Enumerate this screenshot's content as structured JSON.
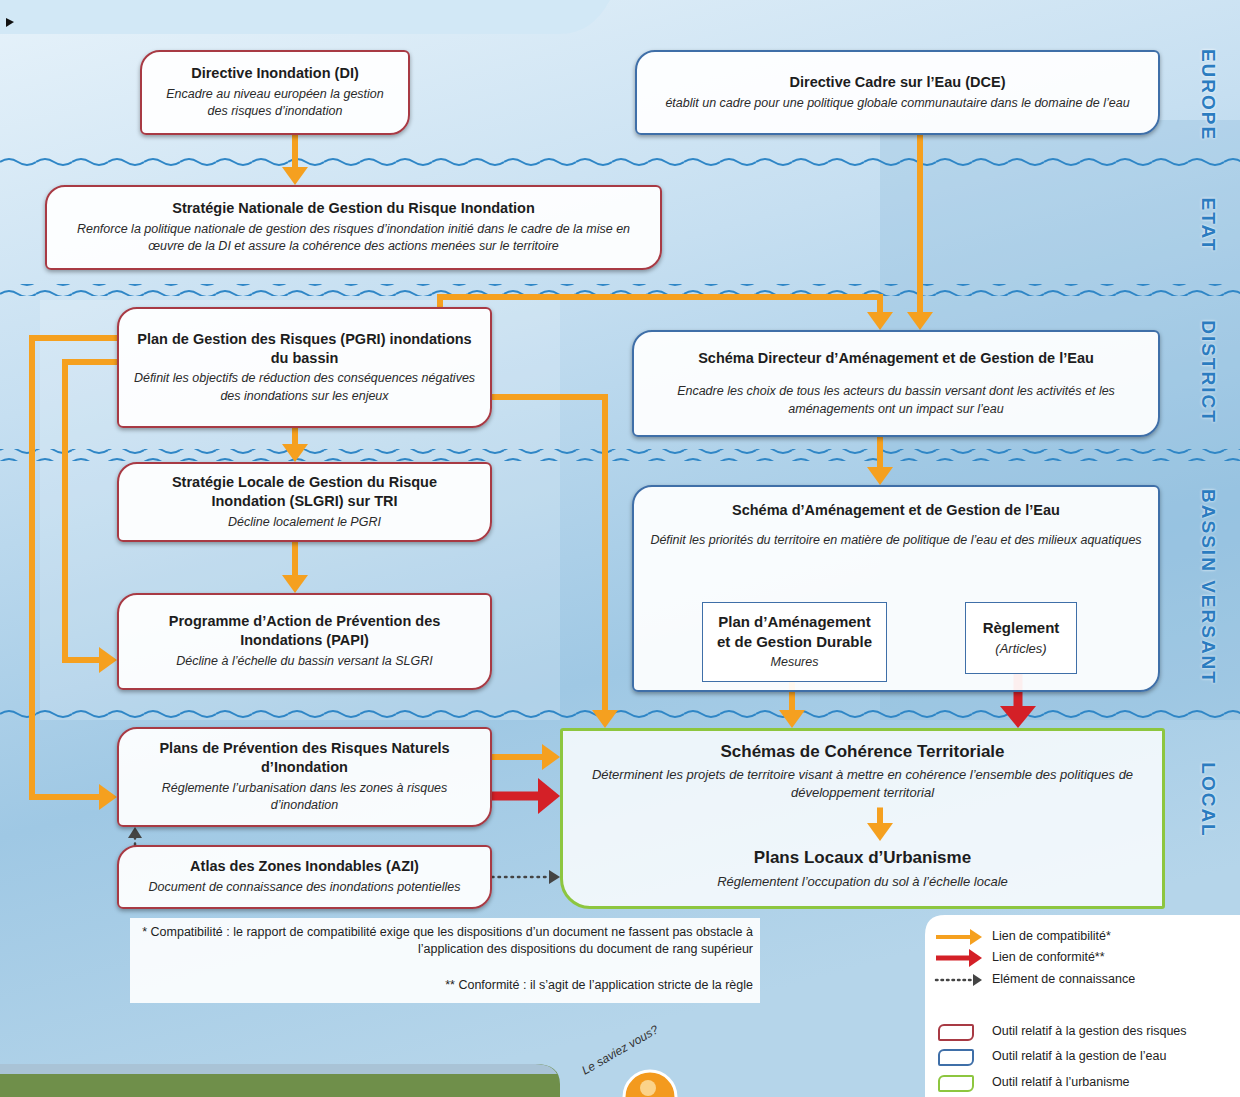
{
  "diagram": {
    "nodes": [
      {
        "text": [
          "Directive Inondation (DI)",
          "Encadre au niveau européen la gestion des risques d’inondation"
        ]
      },
      {
        "text": [
          "Directive Cadre sur l’Eau (DCE)",
          "établit un cadre pour une politique globale communautaire dans le domaine de l’eau"
        ]
      },
      {
        "text": [
          "Stratégie Nationale de Gestion du Risque Inondation",
          "Renforce la politique nationale de gestion des risques d’inondation initié dans le cadre de la mise en œuvre de la DI et assure la cohérence des actions menées sur le territoire"
        ]
      },
      {
        "text": [
          "Plan de Gestion des Risques (PGRI) inondations du bassin",
          "Définit les objectifs de réduction des conséquences négatives des inondations sur les enjeux"
        ]
      },
      {
        "text": [
          "Schéma Directeur d’Aménagement et de Gestion de l’Eau",
          "Encadre les choix de tous les acteurs du bassin versant dont les activités et les aménagements ont un impact sur l’eau"
        ]
      },
      {
        "text": [
          "Stratégie Locale de Gestion du Risque Inondation (SLGRI) sur TRI",
          "Décline localement le PGRI"
        ]
      },
      {
        "text": [
          "Schéma d’Aménagement et de Gestion de l’Eau",
          "Définit les priorités du territoire en matière de politique de l’eau et des milieux aquatiques"
        ]
      },
      {
        "text": [
          "Plan d’Aménagement et de Gestion Durable",
          "Mesures"
        ],
        "in": 6
      },
      {
        "text": [
          "Règlement",
          "(Articles)"
        ],
        "in": 6
      },
      {
        "text": [
          "Programme d’Action de Prévention des Inondations (PAPI)",
          "Décline à l’échelle du bassin versant la SLGRI"
        ]
      },
      {
        "text": [
          "Plans de Prévention des Risques Naturels d’Inondation",
          "Réglemente l’urbanisation dans les zones à risques d’inondation"
        ]
      },
      {
        "text": [
          "Schémas de Cohérence Territoriale",
          "Déterminent les projets de territoire visant à mettre en cohérence l’ensemble des politiques de développement territorial"
        ]
      },
      {
        "text": [
          "Plans Locaux d’Urbanisme",
          "Réglementent l’occupation du sol à l’échelle locale"
        ],
        "in": 11
      },
      {
        "text": [
          "Atlas des Zones Inondables (AZI)",
          "Document de connaissance des inondations potentielles"
        ]
      }
    ],
    "edges": [
      {
        "from": 0,
        "to": 2,
        "arrow": "to"
      },
      {
        "from": 1,
        "to": 4,
        "arrow": "to"
      },
      {
        "from": 3,
        "to": 4,
        "arrow": "to"
      },
      {
        "from": 3,
        "to": 5,
        "arrow": "to"
      },
      {
        "from": 3,
        "to": 9,
        "arrow": "to"
      },
      {
        "from": 3,
        "to": 10,
        "arrow": "to"
      },
      {
        "from": 3,
        "to": 11,
        "arrow": "to"
      },
      {
        "from": 4,
        "to": 6,
        "arrow": "to"
      },
      {
        "from": 5,
        "to": 9,
        "arrow": "to"
      },
      {
        "from": 7,
        "to": 11,
        "arrow": "to"
      },
      {
        "from": 8,
        "to": 11,
        "arrow": "to"
      },
      {
        "from": 10,
        "to": 11,
        "arrow": "to"
      },
      {
        "from": 10,
        "to": 11,
        "arrow": "to"
      },
      {
        "from": 11,
        "to": 12,
        "arrow": "to"
      },
      {
        "from": 13,
        "to": 10,
        "arrow": "to"
      },
      {
        "from": 13,
        "to": 11,
        "arrow": "to"
      }
    ],
    "labels": [
      "EUROPE",
      "ETAT",
      "DISTRICT",
      "BASSIN VERSANT",
      "LOCAL",
      "* Compatibilité : le rapport de compatibilité exige que les dispositions d’un document ne fassent pas obstacle à l’application des dispositions du document de rang supérieur",
      "** Conformité : il s’agit de l’application stricte de la règle",
      "Le saviez vous?"
    ],
    "legend": [
      {
        "text": "Lien de compatibilité*"
      },
      {
        "text": "Lien de conformité**"
      },
      {
        "text": "Elément de connaissance"
      },
      {
        "text": "Outil relatif à la gestion des risques",
        "color": "#a83a44"
      },
      {
        "text": "Outil relatif à la gestion de l’eau",
        "color": "#3f6fa8"
      },
      {
        "text": "Outil relatif à l’urbanisme",
        "color": "#8dc63f"
      }
    ]
  }
}
